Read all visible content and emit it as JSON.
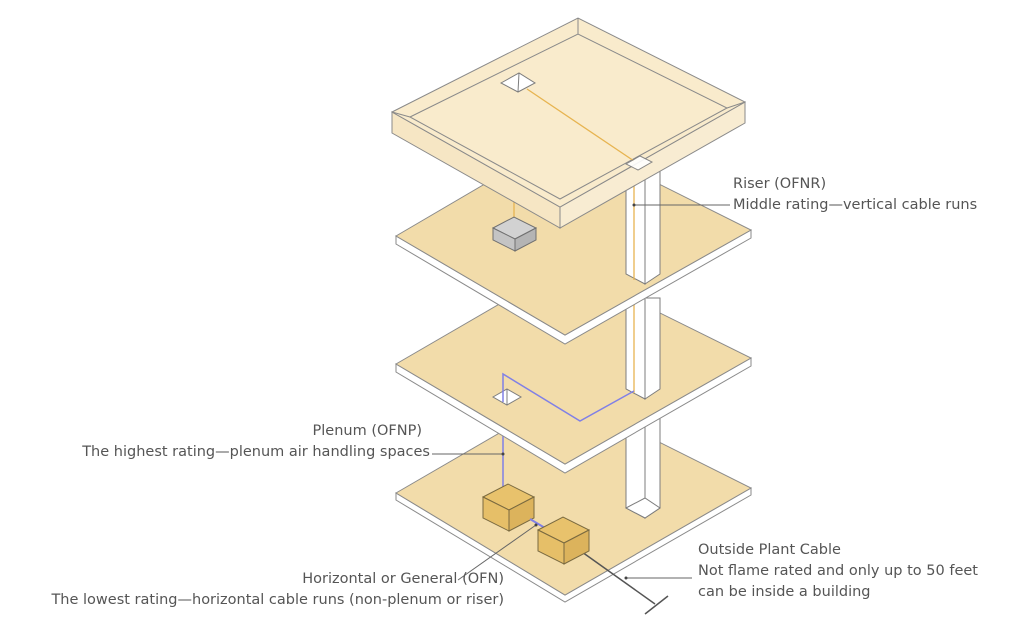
{
  "title": "Fiber optic cable fire ratings in a building",
  "colors": {
    "floor_top": "#f2dcaa",
    "floor_edge": "#ffffff",
    "ceiling_top": "#f9ebcc",
    "ceiling_side": "#f6e6c4",
    "outline": "#7d7d7d",
    "riser_cable": "#e7b450",
    "plenum_cable": "#8080e6",
    "leader_line": "#666666",
    "box_gray": "#c8c8c8",
    "box_tan": "#e8c26c",
    "text": "#555555"
  },
  "labels": {
    "riser": {
      "title": "Riser (OFNR)",
      "description": "Middle rating—vertical cable runs"
    },
    "plenum": {
      "title": "Plenum (OFNP)",
      "description": "The highest rating—plenum air handling spaces"
    },
    "horizontal": {
      "title": "Horizontal or General (OFN)",
      "description": "The lowest rating—horizontal cable runs (non-plenum or riser)"
    },
    "outside": {
      "title": "Outside Plant Cable",
      "description_line1": "Not flame rated and only up to 50 feet",
      "description_line2": "can be inside a building"
    }
  },
  "components": {
    "levels": [
      "ceiling-plenum-space",
      "upper-floor",
      "middle-floor",
      "ground-floor"
    ],
    "riser_shaft": "vertical-riser-shaft",
    "equipment_boxes": [
      "upper-floor-gray-box",
      "ground-floor-box-left",
      "ground-floor-box-right"
    ]
  }
}
